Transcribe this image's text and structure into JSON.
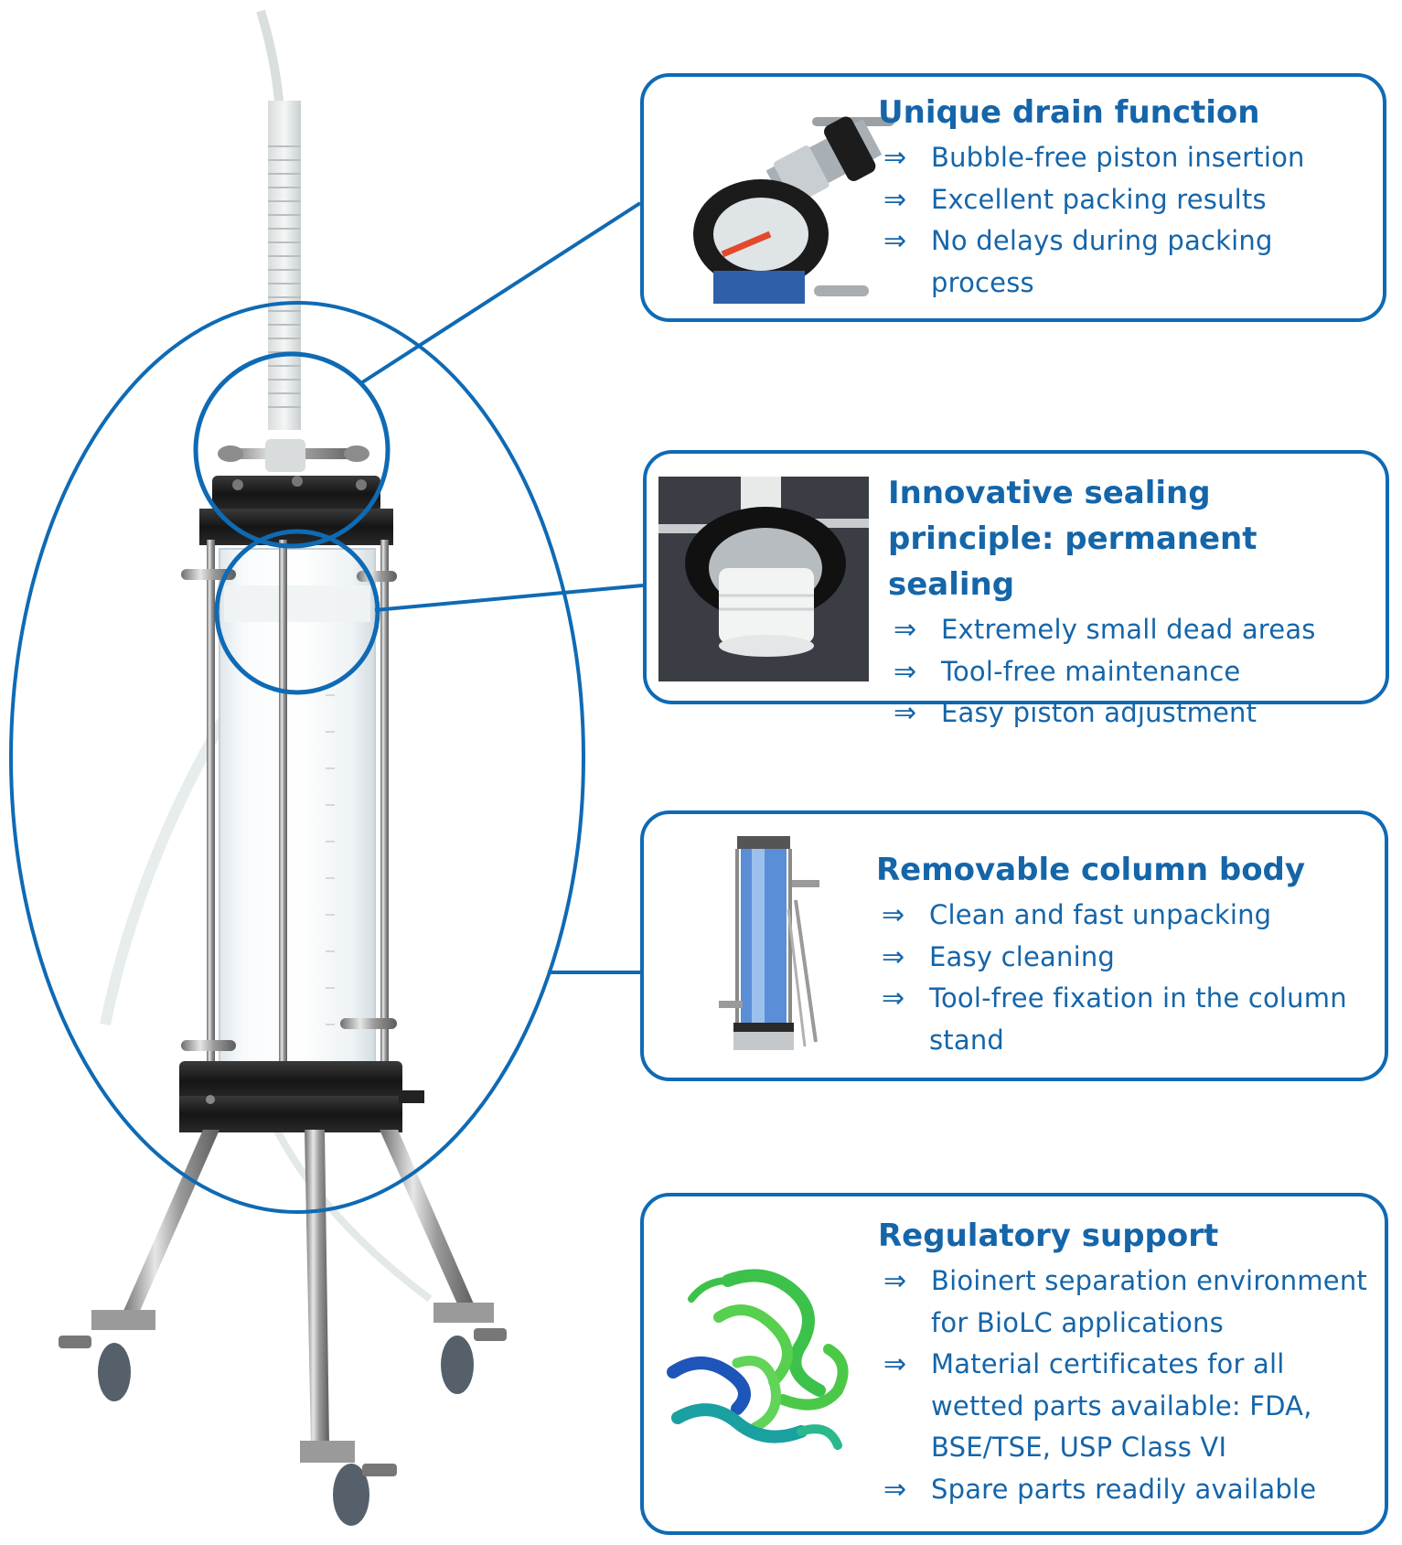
{
  "colors": {
    "accent": "#0f6ab4",
    "text": "#1565a9"
  },
  "bullet_symbol": "⇒",
  "cards": [
    {
      "title": "Unique drain function",
      "bullets": [
        "Bubble-free piston insertion",
        "Excellent packing results",
        "No delays during packing process"
      ]
    },
    {
      "title": "Innovative sealing principle: permanent sealing",
      "bullets": [
        "Extremely small dead areas",
        "Tool-free maintenance",
        "Easy piston adjustment"
      ]
    },
    {
      "title": "Removable column body",
      "bullets": [
        "Clean and fast unpacking",
        "Easy cleaning",
        "Tool-free fixation in the column stand"
      ]
    },
    {
      "title": "Regulatory support",
      "bullets": [
        "Bioinert separation environment for BioLC applications",
        "Material certificates for all wetted parts available:  FDA, BSE/TSE, USP Class VI",
        "Spare parts readily available"
      ]
    }
  ]
}
